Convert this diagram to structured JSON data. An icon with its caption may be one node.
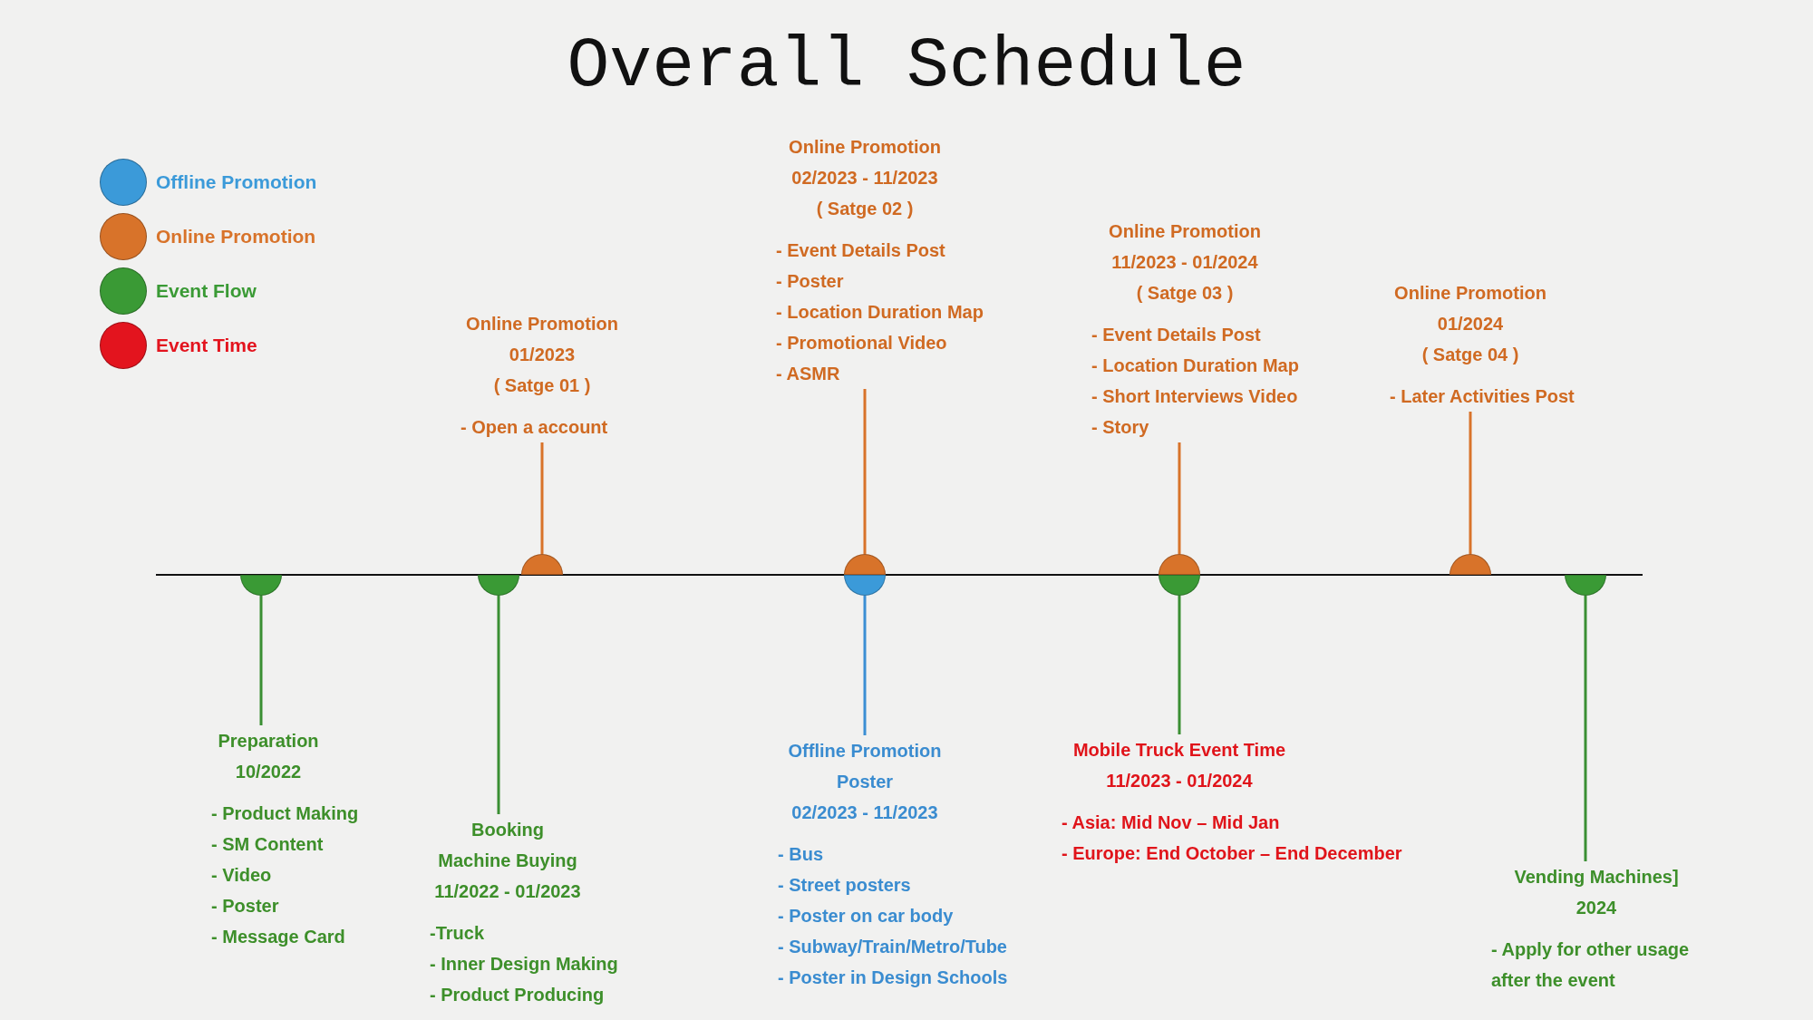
{
  "diagram": {
    "title": "Overall Schedule",
    "nodes": [
      {
        "text": [
          "Online Promotion",
          "01/2023",
          "( Satge 01 )",
          "- Open a account"
        ]
      },
      {
        "text": [
          "Online Promotion",
          "02/2023 - 11/2023",
          "( Satge 02 )",
          "- Event Details Post",
          "- Poster",
          "- Location Duration Map",
          "- Promotional Video",
          "- ASMR"
        ]
      },
      {
        "text": [
          "Online Promotion",
          "11/2023 - 01/2024",
          "( Satge 03 )",
          "- Event Details Post",
          "- Location Duration Map",
          "- Short Interviews Video",
          "- Story"
        ]
      },
      {
        "text": [
          "Online Promotion",
          "01/2024",
          "( Satge 04 )",
          "- Later Activities Post"
        ]
      },
      {
        "text": [
          "Preparation",
          "10/2022",
          "- Product Making",
          "- SM Content",
          "- Video",
          "- Poster",
          "- Message Card"
        ]
      },
      {
        "text": [
          "Booking",
          "Machine Buying",
          "11/2022 - 01/2023",
          "-Truck",
          "- Inner Design Making",
          "- Product Producing"
        ]
      },
      {
        "text": [
          "Offline Promotion",
          "Poster",
          "02/2023 - 11/2023",
          "- Bus",
          "- Street posters",
          "- Poster on car body",
          "- Subway/Train/Metro/Tube",
          "- Poster in Design Schools"
        ]
      },
      {
        "text": [
          "Mobile Truck Event Time",
          "11/2023 - 01/2024",
          "- Asia: Mid Nov – Mid Jan",
          "- Europe: End October – End December"
        ]
      },
      {
        "text": [
          "Vending Machines]",
          "2024",
          "- Apply for other usage after the event"
        ]
      },
      {
        "text": [],
        "shape": "semicircle"
      },
      {
        "text": [],
        "shape": "semicircle"
      },
      {
        "text": [],
        "shape": "semicircle"
      },
      {
        "text": [],
        "shape": "semicircle"
      },
      {
        "text": [],
        "shape": "semicircle"
      },
      {
        "text": [],
        "shape": "semicircle"
      },
      {
        "text": [],
        "shape": "semicircle"
      },
      {
        "text": [],
        "shape": "semicircle"
      },
      {
        "text": [],
        "shape": "semicircle"
      }
    ],
    "edges": [
      {
        "from": 11,
        "to": 0,
        "arrow": "none",
        "color": "#d8732a"
      },
      {
        "from": 12,
        "to": 1,
        "arrow": "none",
        "color": "#d8732a"
      },
      {
        "from": 14,
        "to": 2,
        "arrow": "none",
        "color": "#d8732a"
      },
      {
        "from": 16,
        "to": 3,
        "arrow": "none",
        "color": "#d8732a"
      },
      {
        "from": 9,
        "to": 4,
        "arrow": "none",
        "color": "#3a8f33"
      },
      {
        "from": 10,
        "to": 5,
        "arrow": "none",
        "color": "#3a8f33"
      },
      {
        "from": 13,
        "to": 6,
        "arrow": "none",
        "color": "#3b8fd4"
      },
      {
        "from": 15,
        "to": 7,
        "arrow": "none",
        "color": "#3a8f33"
      },
      {
        "from": 17,
        "to": 8,
        "arrow": "none",
        "color": "#3a8f33"
      }
    ],
    "legend": [
      {
        "text": "Offline Promotion",
        "color": "#3b9ad9"
      },
      {
        "text": "Online Promotion",
        "color": "#d8732a"
      },
      {
        "text": "Event Flow",
        "color": "#3a9a35"
      },
      {
        "text": "Event Time",
        "color": "#e3141e"
      }
    ]
  }
}
